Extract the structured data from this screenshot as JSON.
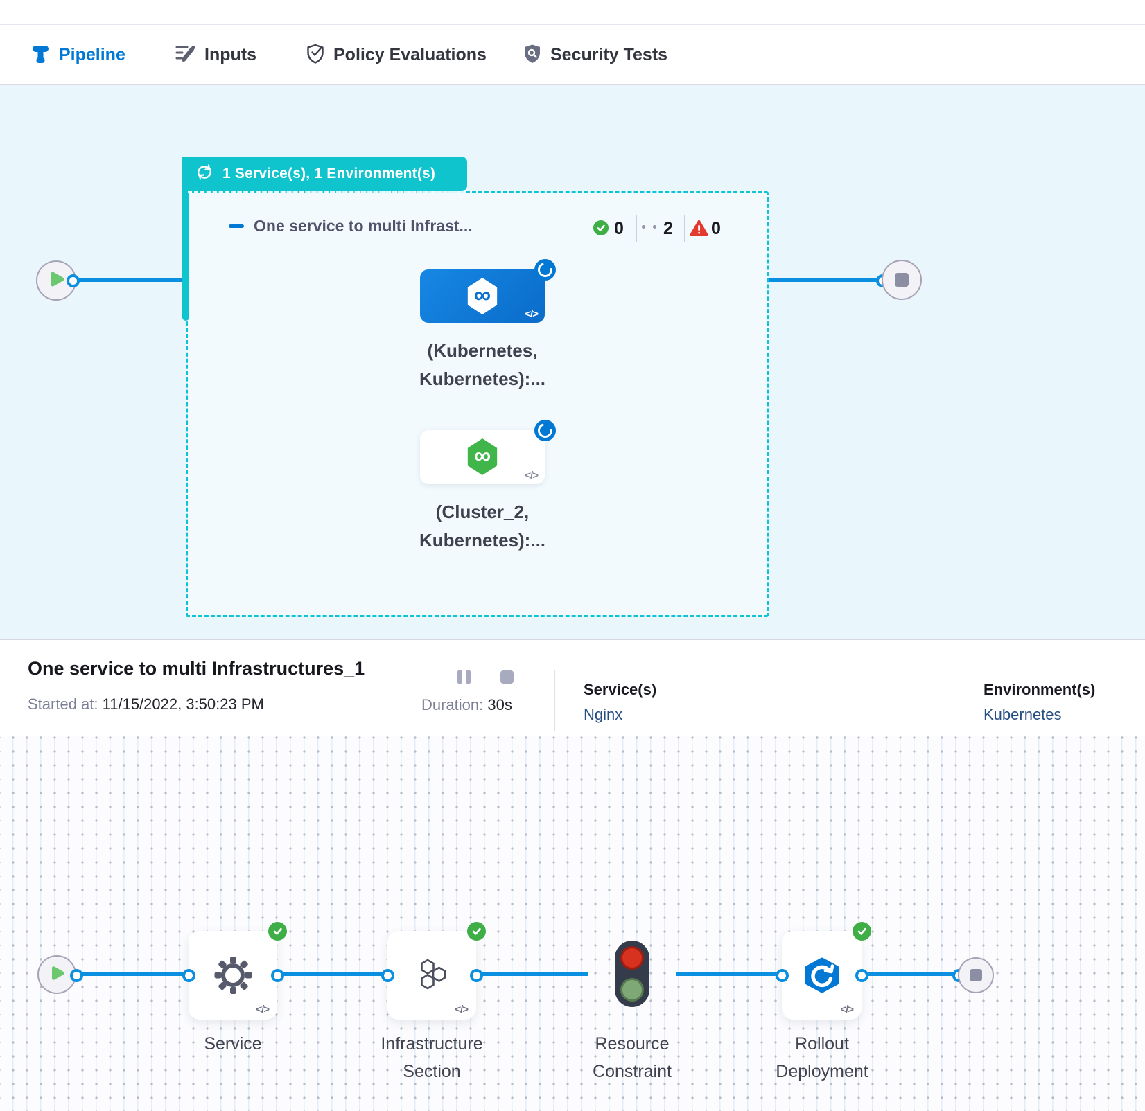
{
  "tabs": {
    "items": [
      {
        "label": "Pipeline",
        "active": true
      },
      {
        "label": "Inputs",
        "active": false
      },
      {
        "label": "Policy Evaluations",
        "active": false
      },
      {
        "label": "Security Tests",
        "active": false
      }
    ]
  },
  "stage": {
    "badge": "1 Service(s), 1 Environment(s)",
    "title": "One service to multi Infrast...",
    "counts": {
      "success": "0",
      "running": "2",
      "failed": "0"
    },
    "matrix_nodes": [
      {
        "line1": "(Kubernetes,",
        "line2": "Kubernetes):..."
      },
      {
        "line1": "(Cluster_2,",
        "line2": "Kubernetes):..."
      }
    ],
    "code_glyph": "</>",
    "infinity_glyph": "∞"
  },
  "infobar": {
    "title": "One service to multi Infrastructures_1",
    "started_label": "Started at:",
    "started_value": " 11/15/2022, 3:50:23 PM",
    "duration_label": "Duration:",
    "duration_value": " 30s",
    "services_label": "Service(s)",
    "services_value": "Nginx",
    "environments_label": "Environment(s)",
    "environments_value": "Kubernetes"
  },
  "bottom": {
    "steps": [
      {
        "label": "Service"
      },
      {
        "label": "Infrastructure Section"
      },
      {
        "label": "Resource Constraint"
      },
      {
        "label": "Rollout Deployment"
      }
    ]
  },
  "colors": {
    "accent_blue": "#0278d5",
    "connector_blue": "#0b8fe0",
    "stage_teal": "#0fc4cd",
    "success_green": "#3fae46",
    "fail_red": "#e23a2e",
    "link_navy": "#254e82",
    "node_green_logo": "#3fb54a"
  }
}
